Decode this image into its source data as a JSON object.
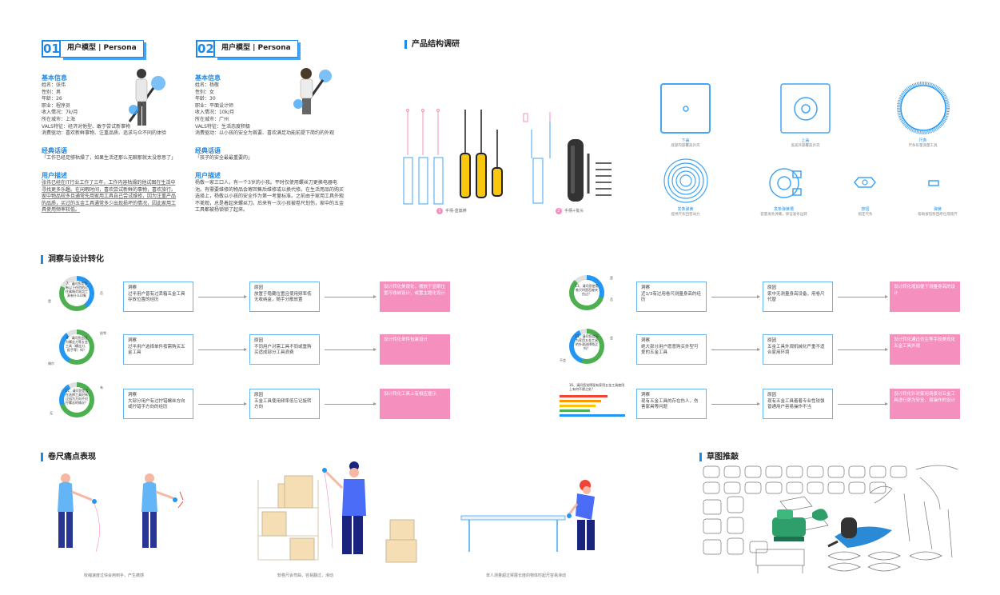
{
  "personas": [
    {
      "num": "01",
      "title": "用户模型 | Persona",
      "basic_title": "基本信息",
      "basic": [
        "姓名：张伟",
        "性别：男",
        "年龄：26",
        "职业：程序员",
        "收入情况：7k/月",
        "所在城市：上海",
        "VALS特征：经济对他型、敢于尝试新事物",
        "消费驱动：喜欢新鲜事物、注重品质、追求与众不同的体验"
      ],
      "quote_title": "经典话语",
      "quote": "「工作已经足够枯燥了，如果生活还那么无聊那就太没意思了」",
      "desc_title": "用户描述",
      "desc": "张伟已经在IT行业工作了三年，工作内容枯燥的他试图在生活中寻找更多乐趣。在闲暇时间，喜欢尝试新鲜的事物，喜欢旅行。家中物品较多且通常先用家用工具自己尝试维修，因为注重产品的品质，买过的五金工具通常多少出现损坏的情况，因此家用工具使用频率较低。"
    },
    {
      "num": "02",
      "title": "用户模型 | Persona",
      "basic_title": "基本信息",
      "basic": [
        "姓名：杨敬",
        "性别：女",
        "年龄：30",
        "职业：平面设计师",
        "收入情况：10k/月",
        "所在城市：广州",
        "VALS特征：生活态度积极",
        "消费驱动：以小孩的安全为首要、喜欢满足功能前提下简约的外观"
      ],
      "quote_title": "经典话语",
      "quote": "「孩子的安全最最重要的」",
      "desc_title": "用户描述",
      "desc": "杨敬一家三口人，有一个3岁的小孩。平时仅使用螺丝刀更换电器电池。有需要维修的物品会寄回售后维修或以换代修。在生活用品的购买选择上，杨敬以小孩的安全作为第一考量标准。之前由于家用工具外观不美观，总是着起来螺丝刀。后来有一次小孩被卷尺划伤，家中的五金工具都被杨锁锁了起来。"
    }
  ],
  "product": {
    "title": "产品结构调研",
    "cap1": "手柄-盒篇棒",
    "cap2": "手柄+批头",
    "num1": "1",
    "num2": "2",
    "parts": [
      {
        "name": "下盖",
        "desc": "底部内部覆盖外壳"
      },
      {
        "name": "上盖",
        "desc": "盖盖外部覆盖外壳"
      },
      {
        "name": "尺条",
        "desc": "尺条形量测量工具"
      },
      {
        "name": "发条弹簧",
        "desc": "提供尺条回卷动力"
      },
      {
        "name": "发条弹簧槽",
        "desc": "容量发条弹簧，保证发条运转"
      },
      {
        "name": "按钮",
        "desc": "锁定尺条"
      },
      {
        "name": "弹簧",
        "desc": "帮助按钮移回原位或锁尺"
      }
    ]
  },
  "insight": {
    "title": "洞察与设计转化",
    "rows": [
      {
        "q": "7、请问您是否有以下任何的过往事情对家用工具有什么印象",
        "l1": "是",
        "l2": "否",
        "box1_label": "洞察",
        "box1": "过半用户曾有过丢箱五金工具存放位置的经历",
        "box2_label": "原因",
        "box2": "放置于隐藏位置且使用频率低无收纳盒，随手分散放置",
        "pink_label": "设计转化",
        "pink": "美观化，摆放于显眼位置可收纳设计，或置主题化设计"
      },
      {
        "q": "9、请问您会因为螺丝刀等五金工具（螺丝刀、扳手等）吗？",
        "l1": "经常",
        "l2": "偶尔",
        "box1_label": "洞察",
        "box1": "过半用户选择单件按需购买五金工具",
        "box2_label": "原因",
        "box2": "不同用户对需工具不同或重购买适成部分工具浪费",
        "pink_label": "设计转化",
        "pink": "单件包装设计"
      },
      {
        "q": "11、请问您是否在选择工具时有过因为方向不对拧螺丝的情况？",
        "l1": "有",
        "l2": "无",
        "box1_label": "洞察",
        "box1": "大部分用户有过拧错螺丝方向或拧错手方向的经历",
        "box2_label": "原因",
        "box2": "五金工具使用频率低忘记旋转方向",
        "pink_label": "设计转化",
        "pink": "工具上有相应提示"
      },
      {
        "q": "13、请问您使用卷尺时是否被夹伤过？",
        "l1": "是",
        "l2": "否",
        "box1_label": "洞察",
        "box1": "近1/3有过用卷尺测量身高的经历",
        "box2_label": "原因",
        "box2": "家中无测量身高设备，用卷尺代替",
        "pink_label": "设计转化",
        "pink": "增加便于测量身高的设计"
      },
      {
        "q": "15、请问您会因为家用五金工具的外观选择购买吗？",
        "l1": "会",
        "l2": "不会",
        "box1_label": "洞察",
        "box1": "绝大部分用户愿意购买外型可爱的五金工具",
        "box2_label": "原因",
        "box2": "五金工具外观机械化严重不适合家用环境",
        "pink_label": "设计转化",
        "pink": "通过仿生等手段美观化五金工具外观"
      },
      {
        "q": "16、请问您觉得现有家用五金工具使用上有何不便之处？",
        "l1": "",
        "l2": "",
        "box1_label": "洞察",
        "box1": "现有五金工具的存在伤人，伤害家具等问题",
        "box2_label": "原因",
        "box2": "现有五金工具着着专业性较强普通用户容易操作不当",
        "pink_label": "设计转化",
        "pink": "针对家用场景对五金工具进行更为安全、易操作的设计"
      }
    ]
  },
  "pain": {
    "title": "卷尺痛点表现",
    "captions": [
      "收缩速度过快会用到手，产生痛感",
      "软卷尺会弯曲，容易翻过，滑动",
      "单人测量超过臂展长度的物体时起尺容易滑动"
    ]
  },
  "sketch": {
    "title": "草图推敲"
  },
  "colors": {
    "accent": "#1e88e5",
    "pink": "#f48fbe"
  }
}
